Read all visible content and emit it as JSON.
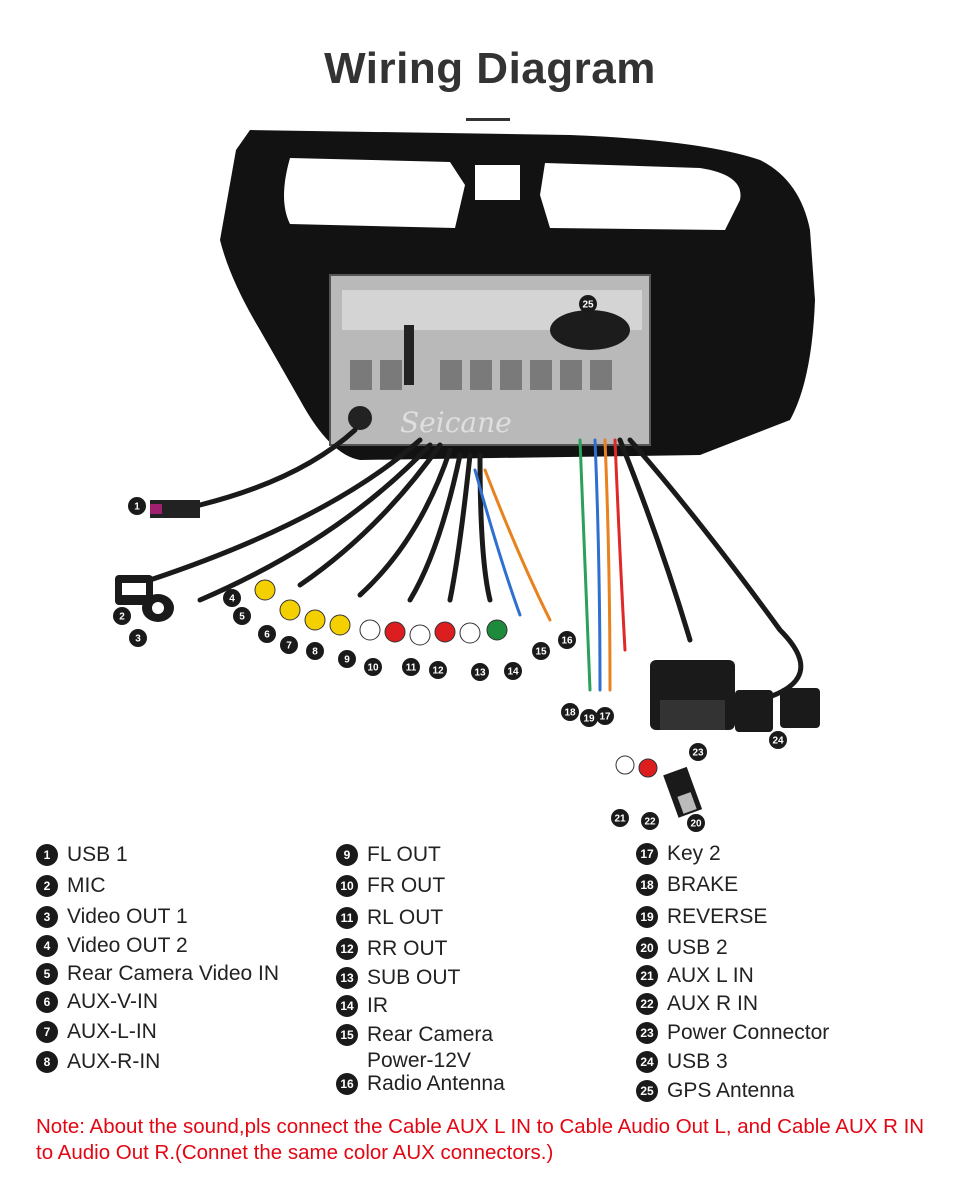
{
  "title": "Wiring Diagram",
  "legend": [
    {
      "n": "1",
      "label": "USB 1"
    },
    {
      "n": "2",
      "label": "MIC"
    },
    {
      "n": "3",
      "label": "Video OUT 1"
    },
    {
      "n": "4",
      "label": "Video OUT 2"
    },
    {
      "n": "5",
      "label": "Rear Camera Video IN"
    },
    {
      "n": "6",
      "label": "AUX-V-IN"
    },
    {
      "n": "7",
      "label": "AUX-L-IN"
    },
    {
      "n": "8",
      "label": "AUX-R-IN"
    },
    {
      "n": "9",
      "label": "FL OUT"
    },
    {
      "n": "10",
      "label": "FR OUT"
    },
    {
      "n": "11",
      "label": "RL OUT"
    },
    {
      "n": "12",
      "label": "RR OUT"
    },
    {
      "n": "13",
      "label": "SUB OUT"
    },
    {
      "n": "14",
      "label": "IR"
    },
    {
      "n": "15",
      "label": "Rear Camera Power-12V"
    },
    {
      "n": "16",
      "label": "Radio Antenna"
    },
    {
      "n": "17",
      "label": "Key 2"
    },
    {
      "n": "18",
      "label": "BRAKE"
    },
    {
      "n": "19",
      "label": "REVERSE"
    },
    {
      "n": "20",
      "label": "USB 2"
    },
    {
      "n": "21",
      "label": "AUX L IN"
    },
    {
      "n": "22",
      "label": "AUX R IN"
    },
    {
      "n": "23",
      "label": "Power Connector"
    },
    {
      "n": "24",
      "label": "USB 3"
    },
    {
      "n": "25",
      "label": "GPS Antenna"
    }
  ],
  "note": "Note: About the sound,pls connect the Cable AUX L IN to Cable Audio Out L, and Cable AUX R IN to  Audio Out R.(Connet the same color AUX connectors.)",
  "watermark": "Seicane",
  "colors": {
    "note": "#e30613",
    "accent": "#1a1a1a"
  }
}
